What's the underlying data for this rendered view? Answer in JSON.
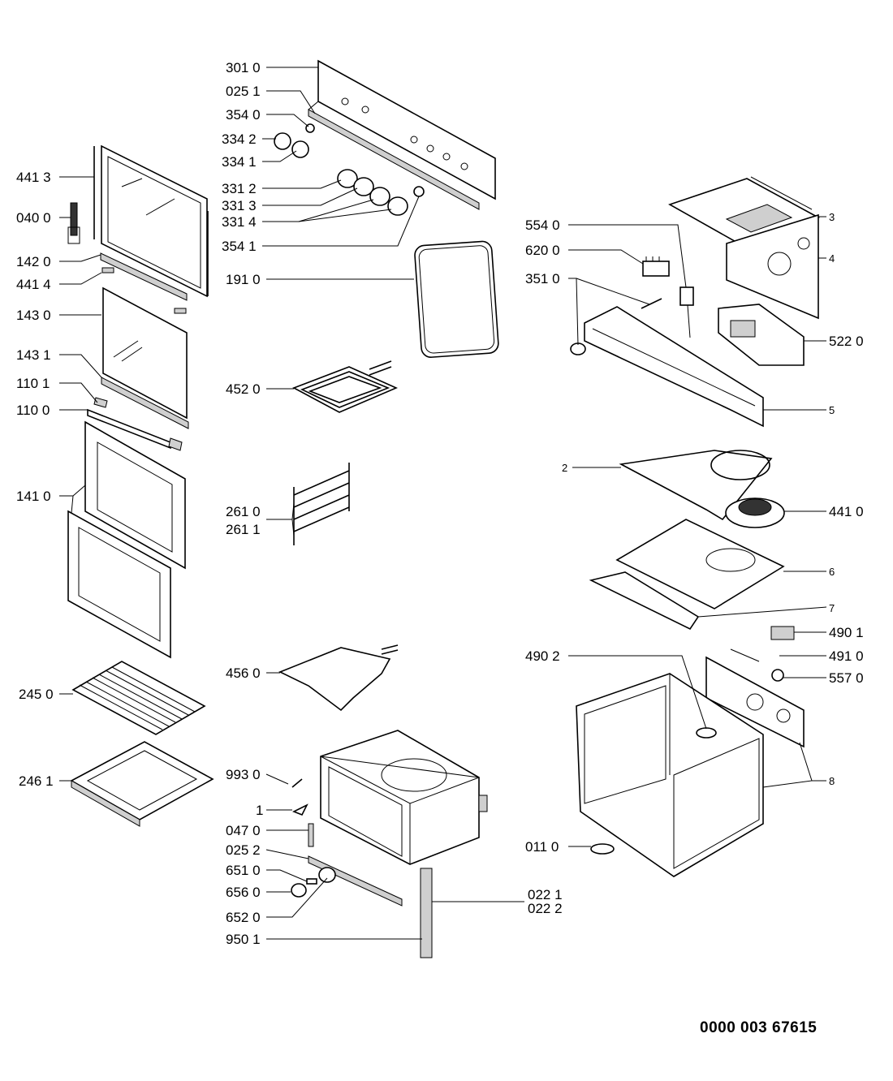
{
  "document_number": "0000 003 67615",
  "part_labels": {
    "p301_0": "301 0",
    "p025_1": "025 1",
    "p354_0": "354 0",
    "p334_2": "334 2",
    "p334_1": "334 1",
    "p331_2": "331 2",
    "p331_3": "331 3",
    "p331_4": "331 4",
    "p354_1": "354 1",
    "p441_3": "441 3",
    "p040_0": "040 0",
    "p142_0": "142 0",
    "p441_4": "441 4",
    "p143_0": "143 0",
    "p143_1": "143 1",
    "p110_1": "110 1",
    "p110_0": "110 0",
    "p141_0": "141 0",
    "p191_0": "191 0",
    "p452_0": "452 0",
    "p261_0": "261 0",
    "p261_1": "261 1",
    "p245_0": "245 0",
    "p246_1": "246 1",
    "p456_0": "456 0",
    "p993_0": "993 0",
    "p1": "1",
    "p047_0": "047 0",
    "p025_2": "025 2",
    "p651_0": "651 0",
    "p656_0": "656 0",
    "p652_0": "652 0",
    "p950_1": "950 1",
    "p022_1": "022 1",
    "p022_2": "022 2",
    "p3": "3",
    "p4": "4",
    "p554_0": "554 0",
    "p620_0": "620 0",
    "p351_0": "351 0",
    "p522_0": "522 0",
    "p5": "5",
    "p2": "2",
    "p441_0": "441 0",
    "p6": "6",
    "p7": "7",
    "p490_1": "490 1",
    "p490_2": "490 2",
    "p491_0": "491 0",
    "p557_0": "557 0",
    "p8": "8",
    "p011_0": "011 0"
  }
}
